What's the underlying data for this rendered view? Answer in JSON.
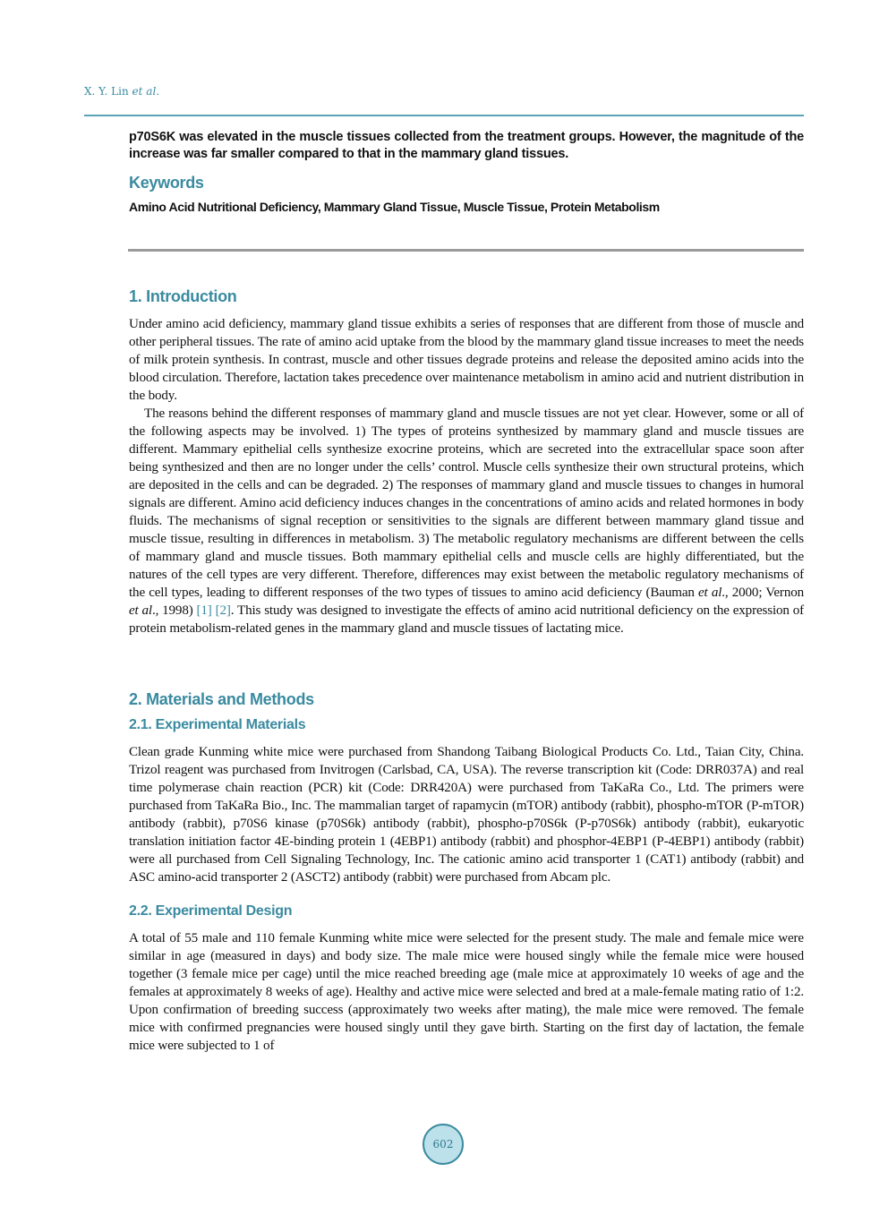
{
  "running_head": {
    "authors": "X. Y. Lin",
    "etal": "et al."
  },
  "abstract_tail": "p70S6K was elevated in the muscle tissues collected from the treatment groups. However, the magnitude of the increase was far smaller compared to that in the mammary gland tissues.",
  "keywords": {
    "title": "Keywords",
    "list": "Amino Acid Nutritional Deficiency, Mammary Gland Tissue, Muscle Tissue, Protein Metabolism"
  },
  "introduction": {
    "title": "1. Introduction",
    "p1": "Under amino acid deficiency, mammary gland tissue exhibits a series of responses that are different from those of muscle and other peripheral tissues. The rate of amino acid uptake from the blood by the mammary gland tissue increases to meet the needs of milk protein synthesis. In contrast, muscle and other tissues degrade proteins and release the deposited amino acids into the blood circulation. Therefore, lactation takes precedence over maintenance metabolism in amino acid and nutrient distribution in the body.",
    "p2_a": "The reasons behind the different responses of mammary gland and muscle tissues are not yet clear. However, some or all of the following aspects may be involved. 1) The types of proteins synthesized by mammary gland and muscle tissues are different. Mammary epithelial cells synthesize exocrine proteins, which are secreted into the extracellular space soon after being synthesized and then are no longer under the cells’ control. Muscle cells synthesize their own structural proteins, which are deposited in the cells and can be degraded. 2) The responses of mammary gland and muscle tissues to changes in humoral signals are different. Amino acid deficiency induces changes in the concentrations of amino acids and related hormones in body fluids. The mechanisms of signal reception or sensitivities to the signals are different between mammary gland tissue and muscle tissue, resulting in differences in metabolism. 3) The metabolic regulatory mechanisms are different between the cells of mammary gland and muscle tissues. Both mammary epithelial cells and muscle cells are highly differentiated, but the natures of the cell types are very different. Therefore, differences may exist between the metabolic regulatory mechanisms of the cell types, leading to different responses of the two types of tissues to amino acid deficiency (Bauman ",
    "p2_etal1": "et al",
    "p2_b": "., 2000; Vernon ",
    "p2_etal2": "et al",
    "p2_c": "., 1998) ",
    "ref1": "[1]",
    "ref2": "[2]",
    "p2_d": ". This study was designed to investigate the effects of amino acid nutritional deficiency on the expression of protein metabolism-related genes in the mammary gland and muscle tissues of lactating mice."
  },
  "methods": {
    "title": "2. Materials and Methods",
    "sub1_title": "2.1. Experimental Materials",
    "sub1_text": "Clean grade Kunming white mice were purchased from Shandong Taibang Biological Products Co. Ltd., Taian City, China. Trizol reagent was purchased from Invitrogen (Carlsbad, CA, USA). The reverse transcription kit (Code: DRR037A) and real time polymerase chain reaction (PCR) kit (Code: DRR420A) were purchased from TaKaRa Co., Ltd. The primers were purchased from TaKaRa Bio., Inc. The mammalian target of rapamycin (mTOR) antibody (rabbit), phospho-mTOR (P-mTOR) antibody (rabbit), p70S6 kinase (p70S6k) antibody (rabbit), phospho-p70S6k (P-p70S6k) antibody (rabbit), eukaryotic translation initiation factor 4E-binding protein 1 (4EBP1) antibody (rabbit) and phosphor-4EBP1 (P-4EBP1) antibody (rabbit) were all purchased from Cell Signaling Technology, Inc. The cationic amino acid transporter 1 (CAT1) antibody (rabbit) and ASC amino-acid transporter 2 (ASCT2) antibody (rabbit) were purchased from Abcam plc.",
    "sub2_title": "2.2. Experimental Design",
    "sub2_text": "A total of 55 male and 110 female Kunming white mice were selected for the present study. The male and female mice were similar in age (measured in days) and body size. The male mice were housed singly while the female mice were housed together (3 female mice per cage) until the mice reached breeding age (male mice at approximately 10 weeks of age and the females at approximately 8 weeks of age). Healthy and active mice were selected and bred at a male-female mating ratio of 1:2. Upon confirmation of breeding success (approximately two weeks after mating), the male mice were removed. The female mice with confirmed pregnancies were housed singly until they gave birth. Starting on the first day of lactation, the female mice were subjected to 1 of"
  },
  "footer": {
    "page_number": "602"
  },
  "colors": {
    "accent": "#3a8aa0",
    "rule_gray": "#9a9a9a",
    "page_badge_fill": "#bde1ea"
  }
}
